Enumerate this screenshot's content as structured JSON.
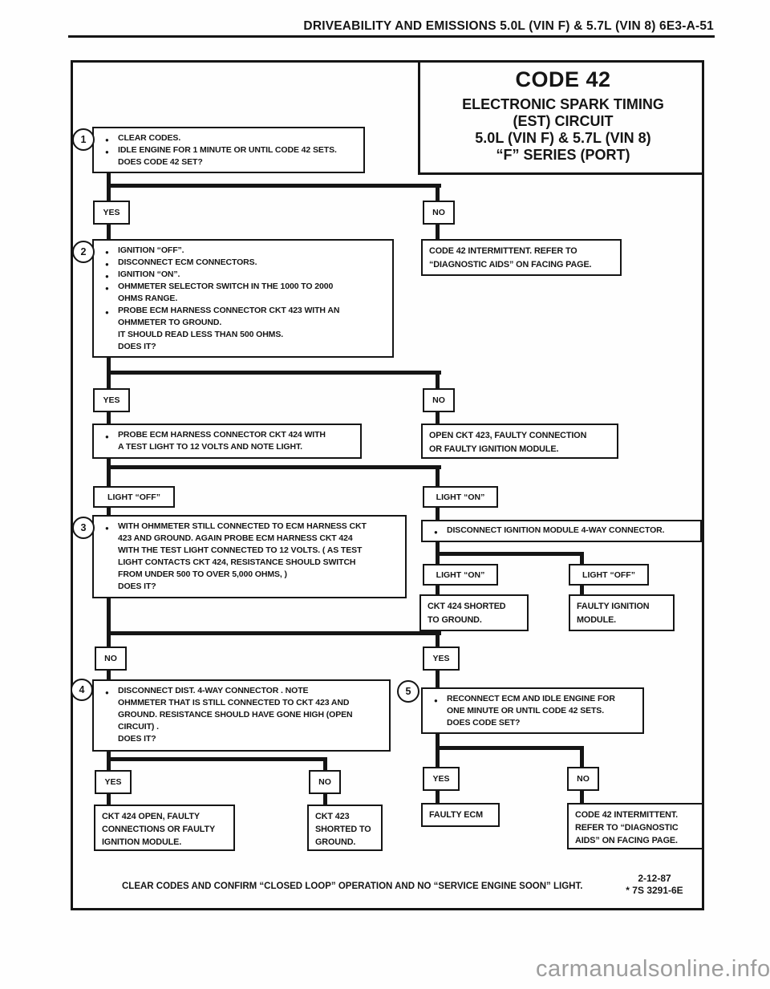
{
  "page": {
    "header": "DRIVEABILITY AND EMISSIONS 5.0L (VIN F) & 5.7L (VIN 8) 6E3-A-51",
    "footer": {
      "note": "CLEAR CODES AND CONFIRM “CLOSED LOOP” OPERATION AND NO “SERVICE ENGINE SOON” LIGHT.",
      "date": "2-12-87",
      "ref": "* 7S 3291-6E"
    },
    "watermark": "carmanualsonline.info"
  },
  "title": {
    "code": "CODE 42",
    "lines": [
      "ELECTRONIC SPARK TIMING",
      "(EST) CIRCUIT",
      "5.0L (VIN F)  &  5.7L (VIN 8)",
      "“F”  SERIES  (PORT)"
    ]
  },
  "labels": {
    "yes": "YES",
    "no": "NO",
    "light_on": "LIGHT “ON”",
    "light_off": "LIGHT “OFF”"
  },
  "steps": {
    "s1": {
      "num": "1",
      "lines": [
        {
          "b": true,
          "t": "CLEAR CODES."
        },
        {
          "b": true,
          "t": "IDLE ENGINE FOR 1 MINUTE OR UNTIL CODE 42 SETS."
        },
        {
          "b": false,
          "t": "DOES CODE 42 SET?"
        }
      ]
    },
    "s2": {
      "num": "2",
      "lines": [
        {
          "b": true,
          "t": "IGNITION “OFF”."
        },
        {
          "b": true,
          "t": "DISCONNECT ECM CONNECTORS."
        },
        {
          "b": true,
          "t": "IGNITION “ON”."
        },
        {
          "b": true,
          "t": "OHMMETER SELECTOR SWITCH IN THE 1000 TO 2000"
        },
        {
          "b": false,
          "t": "OHMS RANGE."
        },
        {
          "b": true,
          "t": "PROBE ECM HARNESS CONNECTOR CKT 423  WITH AN"
        },
        {
          "b": false,
          "t": "OHMMETER TO GROUND."
        },
        {
          "b": false,
          "t": "IT SHOULD READ LESS THAN 500 OHMS."
        },
        {
          "b": false,
          "t": "DOES IT?"
        }
      ]
    },
    "s3": {
      "num": "3",
      "lines": [
        {
          "b": true,
          "t": "WITH OHMMETER STILL CONNECTED TO ECM HARNESS CKT"
        },
        {
          "b": false,
          "t": "423 AND GROUND.  AGAIN PROBE ECM HARNESS CKT 424"
        },
        {
          "b": false,
          "t": "WITH THE TEST LIGHT CONNECTED TO 12 VOLTS.  ( AS TEST"
        },
        {
          "b": false,
          "t": "LIGHT CONTACTS CKT 424, RESISTANCE SHOULD SWITCH"
        },
        {
          "b": false,
          "t": "FROM UNDER 500 TO OVER 5,000 OHMS, )"
        },
        {
          "b": false,
          "t": "DOES IT?"
        }
      ]
    },
    "s4": {
      "num": "4",
      "lines": [
        {
          "b": true,
          "t": "DISCONNECT DIST. 4-WAY CONNECTOR .  NOTE"
        },
        {
          "b": false,
          "t": "OHMMETER THAT IS STILL CONNECTED TO CKT 423  AND"
        },
        {
          "b": false,
          "t": "GROUND. RESISTANCE SHOULD HAVE GONE HIGH (OPEN"
        },
        {
          "b": false,
          "t": "CIRCUIT) ."
        },
        {
          "b": false,
          "t": "DOES IT?"
        }
      ]
    },
    "s5": {
      "num": "5",
      "lines": [
        {
          "b": true,
          "t": "RECONNECT ECM AND IDLE ENGINE FOR"
        },
        {
          "b": false,
          "t": "ONE MINUTE OR UNTIL CODE 42 SETS."
        },
        {
          "b": false,
          "t": "DOES CODE SET?"
        }
      ]
    },
    "probe424": {
      "lines": [
        {
          "b": true,
          "t": "PROBE ECM HARNESS CONNECTOR CKT 424 WITH"
        },
        {
          "b": false,
          "t": "A TEST LIGHT TO 12  VOLTS AND NOTE LIGHT."
        }
      ]
    },
    "disc_module": {
      "lines": [
        {
          "b": true,
          "t": "DISCONNECT IGNITION MODULE 4-WAY CONNECTOR."
        }
      ]
    }
  },
  "results": {
    "intermittent_top": [
      "CODE 42 INTERMITTENT.  REFER TO",
      "“DIAGNOSTIC AIDS” ON FACING PAGE."
    ],
    "open_ckt423": [
      "OPEN CKT 423, FAULTY CONNECTION",
      "OR FAULTY IGNITION MODULE."
    ],
    "ckt424_shorted": [
      "CKT 424  SHORTED",
      "TO GROUND."
    ],
    "faulty_ignition_module": [
      "FAULTY IGNITION",
      "MODULE."
    ],
    "ckt424_open": [
      "CKT 424 OPEN, FAULTY",
      "CONNECTIONS OR FAULTY",
      "IGNITION MODULE."
    ],
    "ckt423_shorted": [
      "CKT 423",
      "SHORTED TO",
      "GROUND."
    ],
    "faulty_ecm": [
      "FAULTY ECM"
    ],
    "intermittent_bottom": [
      "CODE 42 INTERMITTENT.",
      "REFER TO “DIAGNOSTIC",
      "AIDS” ON FACING PAGE."
    ]
  }
}
